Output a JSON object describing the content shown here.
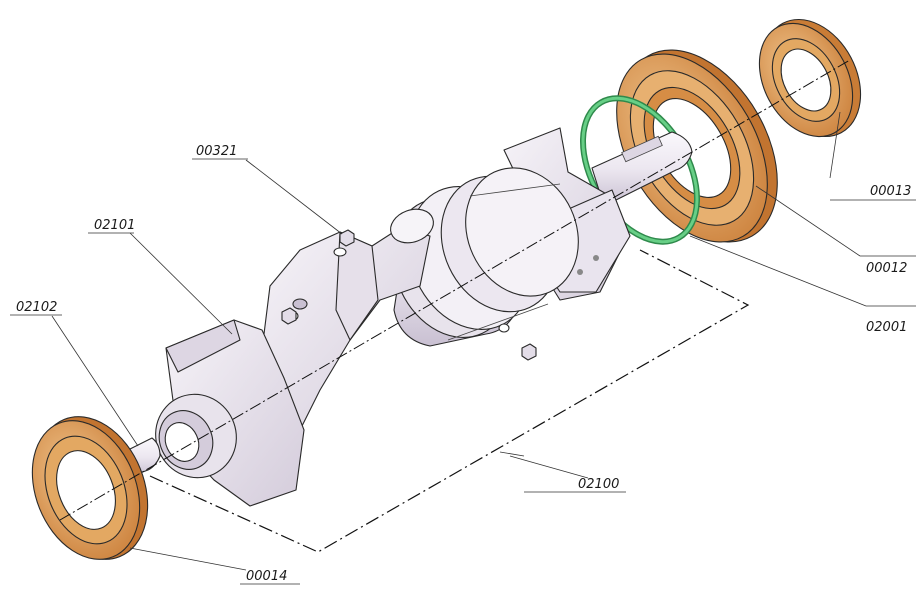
{
  "labels": {
    "p00321": "00321",
    "p02101": "02101",
    "p02102": "02102",
    "p00013": "00013",
    "p00012": "00012",
    "p02001": "02001",
    "p02100": "02100",
    "p00014": "00014"
  },
  "colors": {
    "bearing": "#d9934a",
    "bearing_light": "#f0c38c",
    "bearing_dark": "#a9652a",
    "oring": "#4fbf72",
    "part_face": "#f1eef4",
    "part_shade": "#d7d0dd",
    "part_dark": "#bdb3c6"
  }
}
